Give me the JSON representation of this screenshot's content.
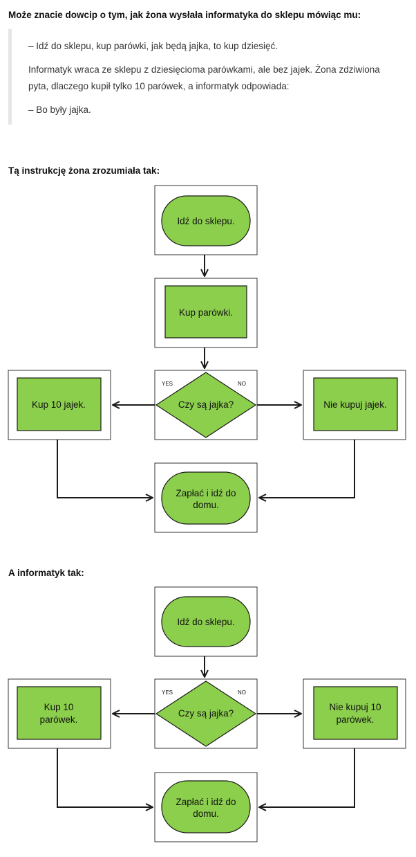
{
  "intro": {
    "heading": "Może znacie dowcip o tym, jak żona wysłała informatyka do sklepu mówiąc mu:",
    "quote_line1": "– Idź do sklepu, kup parówki, jak będą jajka, to kup dziesięć.",
    "quote_line2a": "Informatyk wraca ze sklepu z dziesięcioma parówkami, ale bez jajek. Żona zdziwiona",
    "quote_line2b": "pyta, dlaczego kupił tylko 10 parówek, a informatyk odpowiada:",
    "quote_line3": "– Bo były jajka."
  },
  "wife": {
    "heading": "Tą instrukcję żona zrozumiała tak:",
    "start": "Idź do sklepu.",
    "step": "Kup parówki.",
    "decision": "Czy są jajka?",
    "yes": "YES",
    "no": "NO",
    "yes_action": "Kup 10 jajek.",
    "no_action": "Nie kupuj jajek.",
    "end_line1": "Zapłać i idź do",
    "end_line2": "domu."
  },
  "programmer": {
    "heading": "A informatyk tak:",
    "start": "Idź do sklepu.",
    "decision": "Czy są jajka?",
    "yes": "YES",
    "no": "NO",
    "yes_action_line1": "Kup 10",
    "yes_action_line2": "parówek.",
    "no_action_line1": "Nie kupuj 10",
    "no_action_line2": "parówek.",
    "end_line1": "Zapłać i idź do",
    "end_line2": "domu."
  },
  "colors": {
    "shape_fill": "#8ccf4d",
    "shape_stroke": "#1a1a1a",
    "frame_stroke": "#333333"
  }
}
